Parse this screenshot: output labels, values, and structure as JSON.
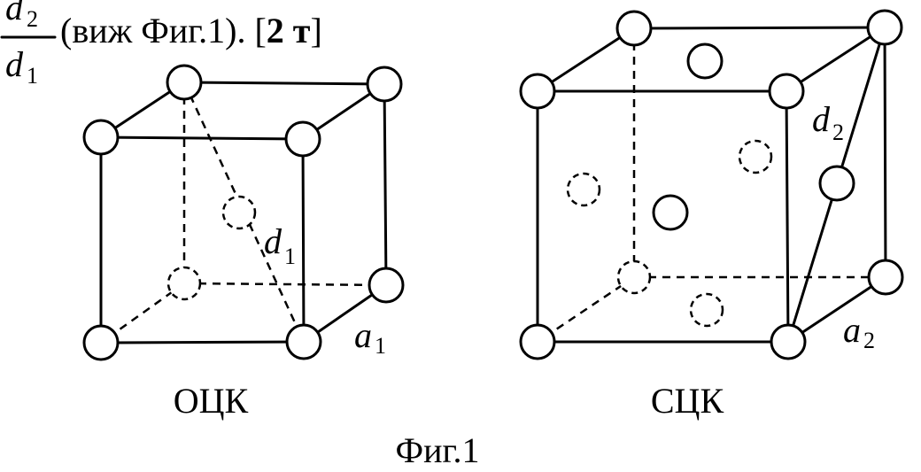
{
  "header": {
    "fraction_numerator_var": "d",
    "fraction_numerator_sub": "2",
    "fraction_denominator_var": "d",
    "fraction_denominator_sub": "1",
    "ref_text": "(виж Фиг.1). [",
    "points": "2 т",
    "close_bracket": "]"
  },
  "cube_bcc": {
    "caption": "ОЦК",
    "diagonal_var": "d",
    "diagonal_sub": "1",
    "edge_var": "a",
    "edge_sub": "1"
  },
  "cube_fcc": {
    "caption": "СЦК",
    "diagonal_var": "d",
    "diagonal_sub": "2",
    "edge_var": "a",
    "edge_sub": "2"
  },
  "figure_caption": "Фиг.1"
}
